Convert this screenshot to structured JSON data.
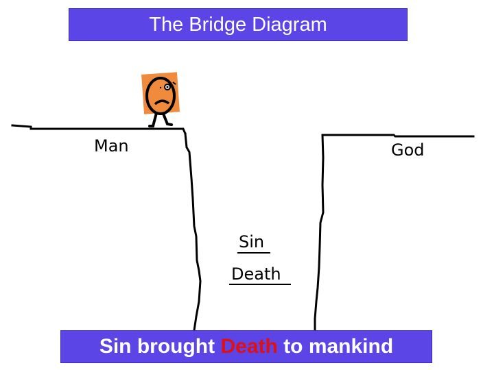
{
  "title": "The Bridge Diagram",
  "labels": {
    "man": "Man",
    "god": "God",
    "sin": "Sin",
    "death": "Death"
  },
  "caption": {
    "before": "Sin brought ",
    "highlight": "Death",
    "after": " to mankind"
  },
  "colors": {
    "box_background": "#5b45e6",
    "box_text": "#ffffff",
    "highlight": "#e01010",
    "figure_body": "#f08a3c"
  },
  "icons": {
    "figure": "worried-person-icon"
  }
}
